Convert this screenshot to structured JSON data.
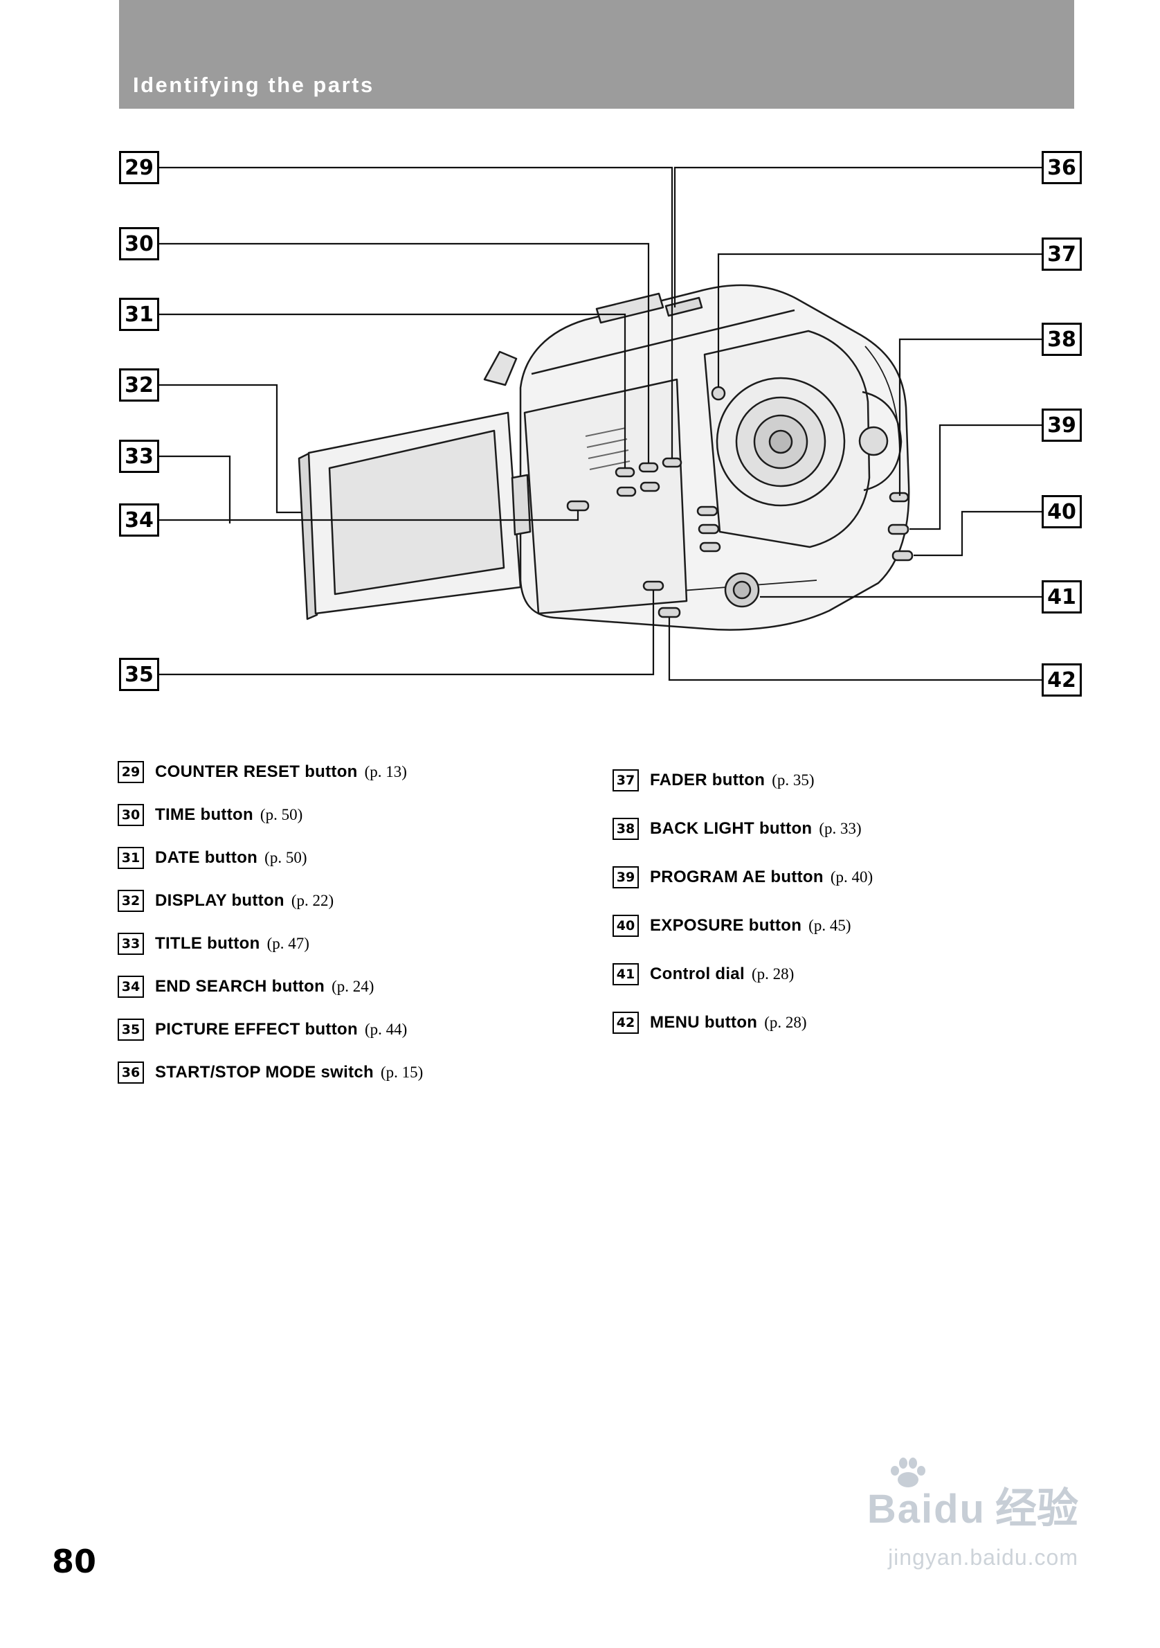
{
  "header": {
    "title": "Identifying the parts"
  },
  "colors": {
    "header_bg": "#9c9c9c",
    "line": "#111111",
    "watermark": "#c7ced6"
  },
  "diagram": {
    "left_callouts": [
      "29",
      "30",
      "31",
      "32",
      "33",
      "34",
      "35"
    ],
    "right_callouts": [
      "36",
      "37",
      "38",
      "39",
      "40",
      "41",
      "42"
    ]
  },
  "parts": {
    "left": [
      {
        "num": "29",
        "name": "COUNTER RESET button",
        "page": "(p. 13)"
      },
      {
        "num": "30",
        "name": "TIME button",
        "page": "(p. 50)"
      },
      {
        "num": "31",
        "name": "DATE button",
        "page": "(p. 50)"
      },
      {
        "num": "32",
        "name": "DISPLAY button",
        "page": "(p. 22)"
      },
      {
        "num": "33",
        "name": "TITLE button",
        "page": "(p. 47)"
      },
      {
        "num": "34",
        "name": "END SEARCH button",
        "page": "(p. 24)"
      },
      {
        "num": "35",
        "name": "PICTURE EFFECT button",
        "page": "(p. 44)"
      },
      {
        "num": "36",
        "name": "START/STOP MODE switch",
        "page": "(p. 15)"
      }
    ],
    "right": [
      {
        "num": "37",
        "name": "FADER button",
        "page": "(p. 35)"
      },
      {
        "num": "38",
        "name": "BACK LIGHT button",
        "page": "(p. 33)"
      },
      {
        "num": "39",
        "name": "PROGRAM AE button",
        "page": "(p. 40)"
      },
      {
        "num": "40",
        "name": "EXPOSURE button",
        "page": "(p. 45)"
      },
      {
        "num": "41",
        "name": "Control dial",
        "page": "(p. 28)"
      },
      {
        "num": "42",
        "name": "MENU button",
        "page": "(p. 28)"
      }
    ]
  },
  "footer": {
    "page_number": "80"
  },
  "watermark": {
    "brand": "Baidu",
    "cn": "经验",
    "url": "jingyan.baidu.com"
  }
}
